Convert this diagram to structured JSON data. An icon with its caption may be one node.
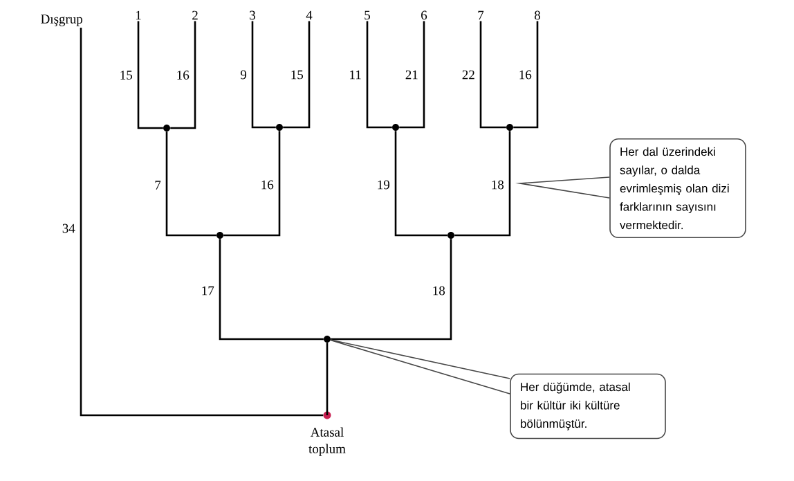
{
  "diagram": {
    "nodes": [
      {
        "text": [
          "Dışgrup"
        ]
      },
      {
        "text": [
          "1"
        ]
      },
      {
        "text": [
          "2"
        ]
      },
      {
        "text": [
          "3"
        ]
      },
      {
        "text": [
          "4"
        ]
      },
      {
        "text": [
          "5"
        ]
      },
      {
        "text": [
          "6"
        ]
      },
      {
        "text": [
          "7"
        ]
      },
      {
        "text": [
          "8"
        ]
      },
      {
        "text": [],
        "shape": "circle"
      },
      {
        "text": [],
        "shape": "circle"
      },
      {
        "text": [],
        "shape": "circle"
      },
      {
        "text": [],
        "shape": "circle"
      },
      {
        "text": [],
        "shape": "circle"
      },
      {
        "text": [],
        "shape": "circle"
      },
      {
        "text": [],
        "shape": "circle"
      },
      {
        "text": [],
        "shape": "circle",
        "beside": [
          "Atasal toplum"
        ]
      },
      {
        "text": [
          "Her dal üzerindeki sayılar, o dalda evrimleşmiş olan dizi farklarının sayısını vermektedir."
        ]
      },
      {
        "text": [
          "Her düğümde, atasal bir kültür iki kültüre bölünmüştür."
        ]
      }
    ],
    "edges": [
      {
        "from": 16,
        "to": 0,
        "arrow": "none",
        "label": "34"
      },
      {
        "from": 16,
        "to": 15,
        "arrow": "none"
      },
      {
        "from": 15,
        "to": 13,
        "arrow": "none",
        "label": "17"
      },
      {
        "from": 15,
        "to": 14,
        "arrow": "none",
        "label": "18"
      },
      {
        "from": 13,
        "to": 9,
        "arrow": "none",
        "label": "7"
      },
      {
        "from": 13,
        "to": 10,
        "arrow": "none",
        "label": "16"
      },
      {
        "from": 14,
        "to": 11,
        "arrow": "none",
        "label": "19"
      },
      {
        "from": 14,
        "to": 12,
        "arrow": "none",
        "label": "18"
      },
      {
        "from": 9,
        "to": 1,
        "arrow": "none",
        "label": "15"
      },
      {
        "from": 9,
        "to": 2,
        "arrow": "none",
        "label": "16"
      },
      {
        "from": 10,
        "to": 3,
        "arrow": "none",
        "label": "9"
      },
      {
        "from": 10,
        "to": 4,
        "arrow": "none",
        "label": "15"
      },
      {
        "from": 11,
        "to": 5,
        "arrow": "none",
        "label": "11"
      },
      {
        "from": 11,
        "to": 6,
        "arrow": "none",
        "label": "21"
      },
      {
        "from": 12,
        "to": 7,
        "arrow": "none",
        "label": "22"
      },
      {
        "from": 12,
        "to": 8,
        "arrow": "none",
        "label": "16"
      },
      {
        "from": 17,
        "to": null,
        "arrow": "none"
      },
      {
        "from": 18,
        "to": 15,
        "arrow": "none"
      }
    ]
  }
}
